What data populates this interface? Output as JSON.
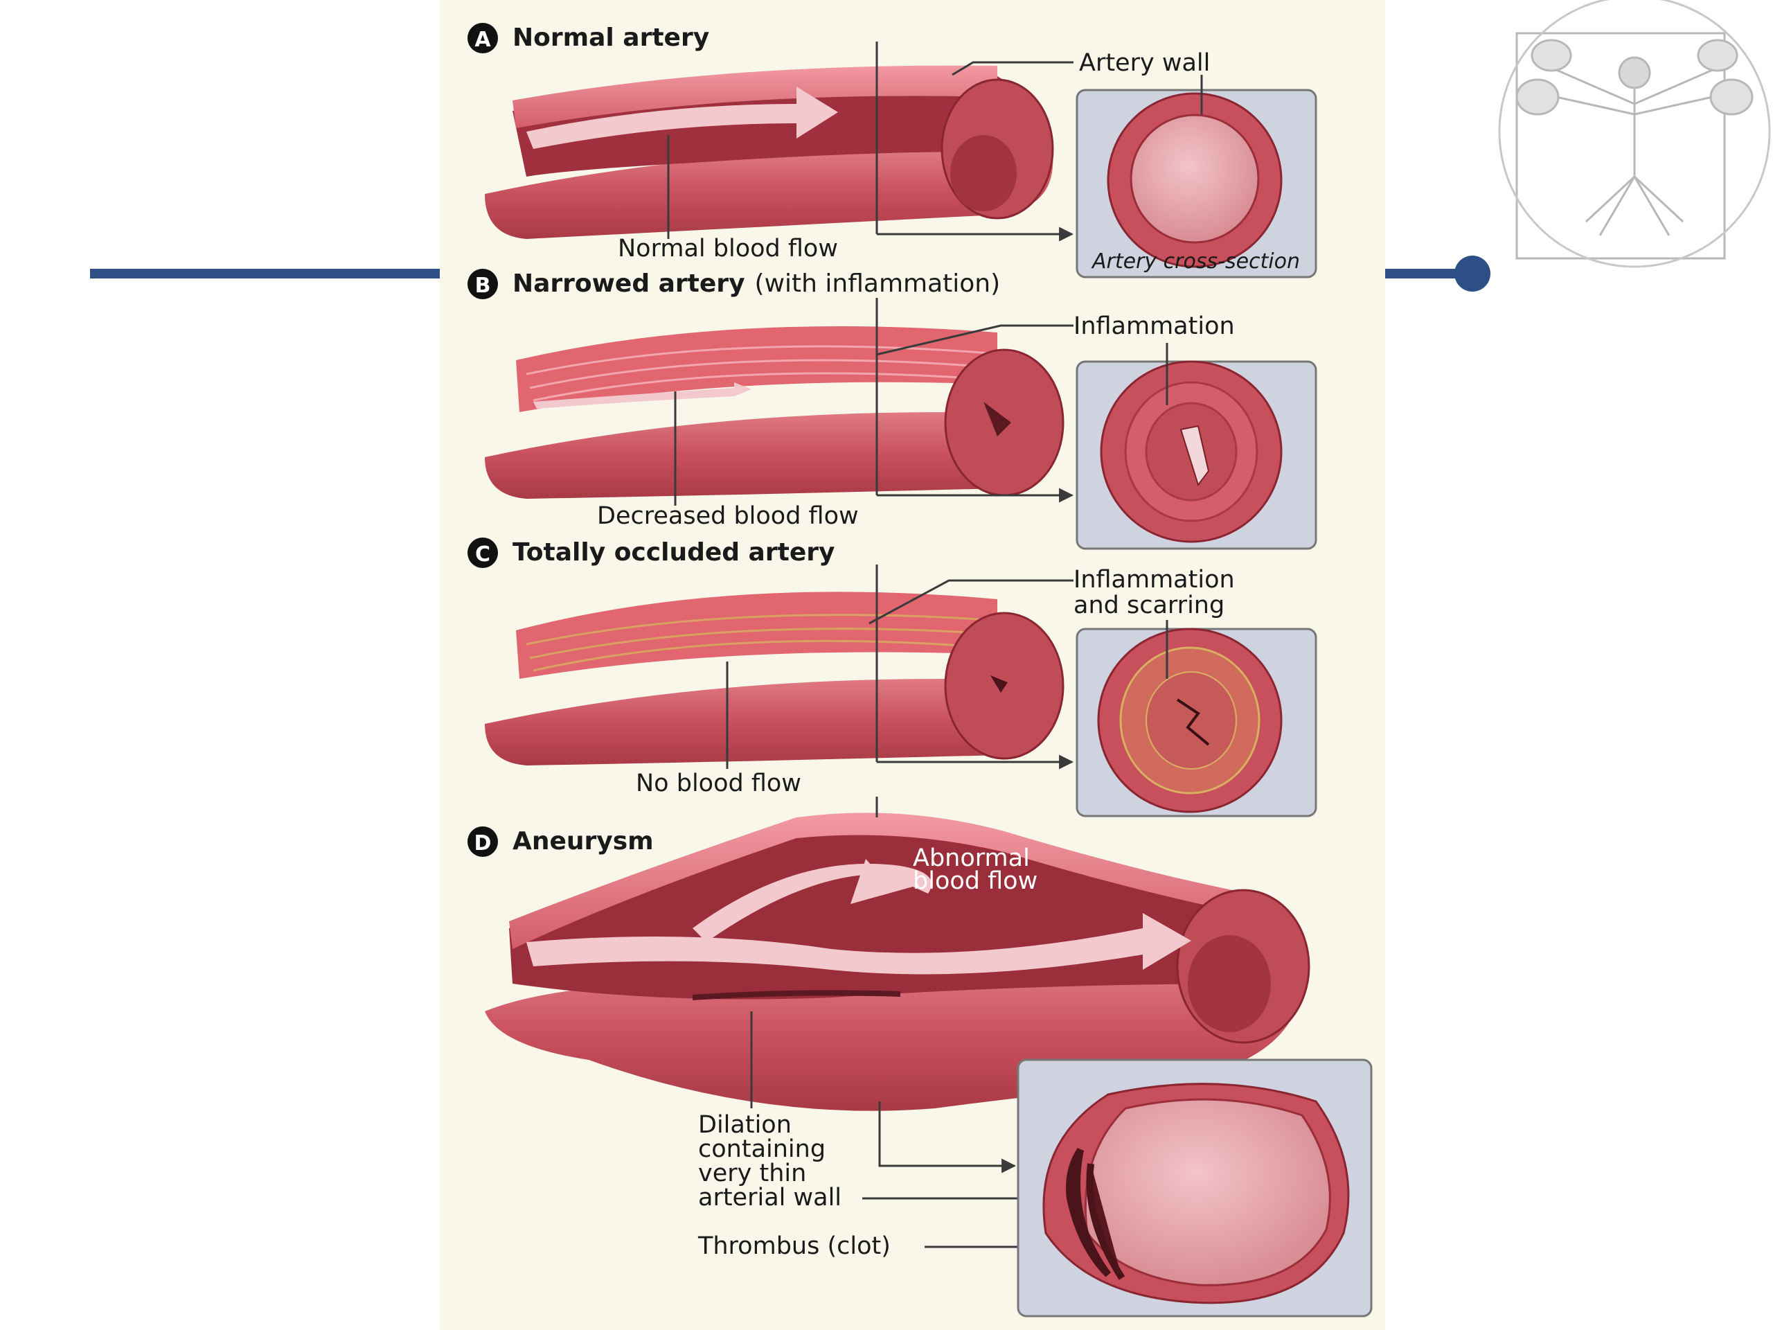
{
  "colors": {
    "panel_bg": "#f8f7ea",
    "slide_line": "#2d4f86",
    "artery_outer": "#c8505c",
    "artery_inner": "#9a2e3a",
    "artery_light": "#e58890",
    "flow_arrow": "#f3c9cd",
    "inset_bg": "#cfd3df"
  },
  "panels": [
    {
      "letter": "A",
      "title_bold": "Normal artery",
      "title_rest": "",
      "labels": {
        "artery_wall": "Artery wall",
        "flow": "Normal blood flow",
        "cross_section": "Artery cross-section"
      }
    },
    {
      "letter": "B",
      "title_bold": "Narrowed artery",
      "title_rest": "(with inflammation)",
      "labels": {
        "inflammation": "Inflammation",
        "flow": "Decreased blood flow"
      }
    },
    {
      "letter": "C",
      "title_bold": "Totally occluded artery",
      "title_rest": "",
      "labels": {
        "inflammation_line1": "Inflammation",
        "inflammation_line2": "and scarring",
        "flow": "No blood flow"
      }
    },
    {
      "letter": "D",
      "title_bold": "Aneurysm",
      "title_rest": "",
      "labels": {
        "abnormal_line1": "Abnormal",
        "abnormal_line2": "blood flow",
        "dilation_line1": "Dilation",
        "dilation_line2": "containing",
        "dilation_line3": "very thin",
        "dilation_line4": "arterial wall",
        "thrombus": "Thrombus (clot)"
      }
    }
  ],
  "logo": {
    "name": "vitruvian-skeleton-logo"
  }
}
